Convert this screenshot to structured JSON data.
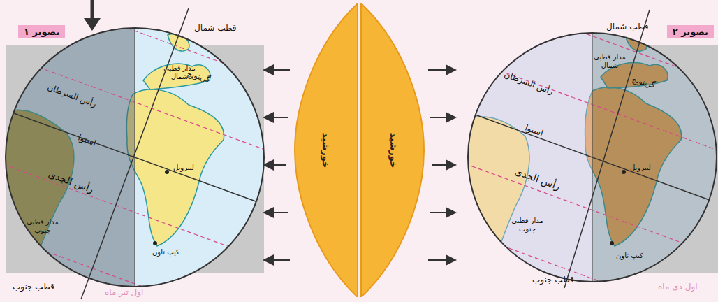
{
  "diagram": {
    "nodes": [
      {
        "text": [
          "تصویر ۱"
        ]
      },
      {
        "text": [
          "خورشید"
        ]
      },
      {
        "text": [
          "خورشید"
        ]
      },
      {
        "text": [
          "تصویر ۲"
        ]
      }
    ],
    "labels": [
      "قطب شمال",
      "مدار قطبی شمال",
      "گرینویچ",
      "رأس السرطان",
      "استوا",
      "رأس الجدی",
      "مدار قطبی جنوب",
      "قطب جنوب",
      "لیبرویل",
      "کیپ تاون",
      "اول تیر ماه",
      "قطب شمال",
      "مدار قطبی شمال",
      "گرینویچ",
      "رأس السرطان",
      "استوا",
      "رأس الجدی",
      "مدار قطبی جنوب",
      "قطب جنوب",
      "لیبرویل",
      "کیپ تاون",
      "اول دی ماه"
    ]
  }
}
